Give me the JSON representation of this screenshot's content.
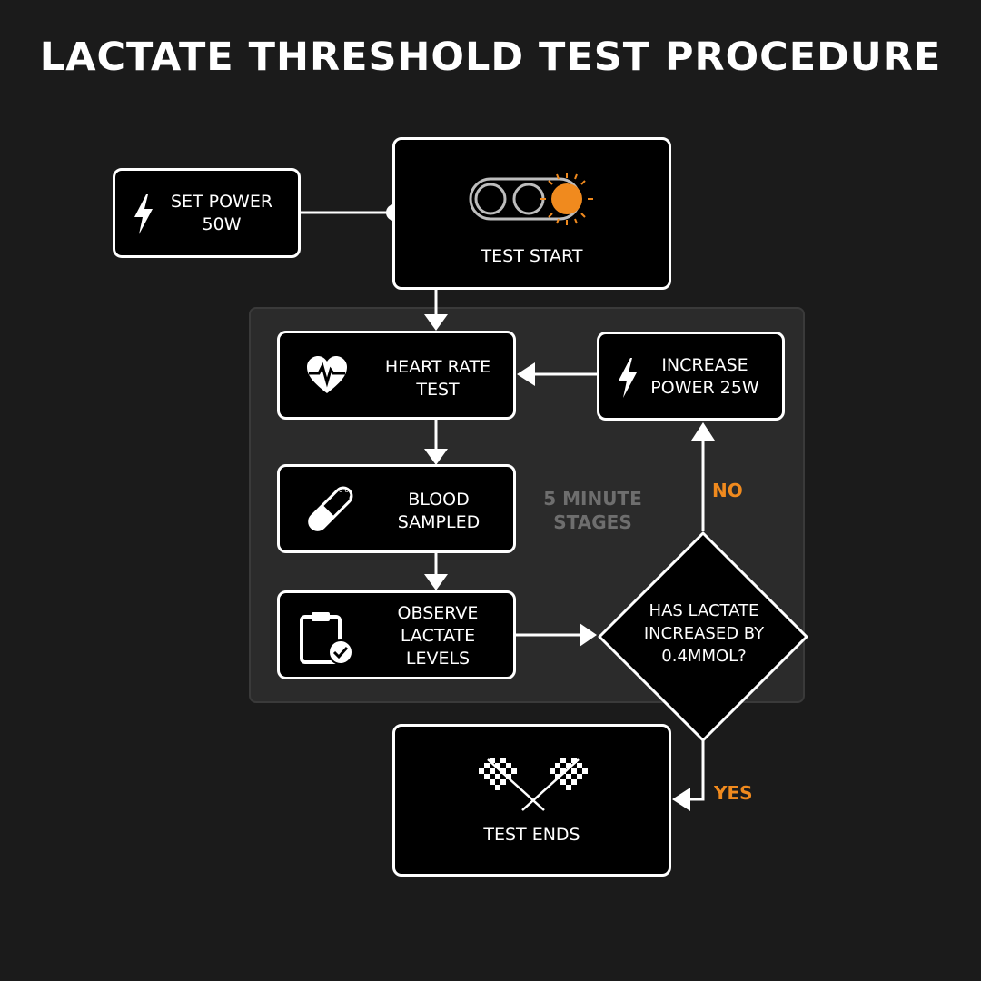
{
  "title": "LACTATE THRESHOLD TEST PROCEDURE",
  "stage_label": "5 MINUTE STAGES",
  "colors": {
    "accent": "#f08a1e",
    "background": "#1b1b1b",
    "box_fill": "#000000",
    "box_border": "#ffffff",
    "panel": "#2b2b2b"
  },
  "nodes": {
    "set_power": {
      "label": "SET POWER 50W",
      "icon": "lightning-icon"
    },
    "test_start": {
      "label": "TEST START",
      "icon": "start-lights-icon"
    },
    "heart_rate": {
      "label": "HEART RATE TEST",
      "icon": "heart-rate-icon"
    },
    "increase_power": {
      "label": "INCREASE POWER 25W",
      "icon": "lightning-icon"
    },
    "blood_sampled": {
      "label": "BLOOD SAMPLED",
      "icon": "test-tube-icon"
    },
    "observe_lactate": {
      "label": "OBSERVE LACTATE LEVELS",
      "icon": "clipboard-check-icon"
    },
    "decision": {
      "label": "HAS LACTATE INCREASED BY 0.4MMOL?"
    },
    "test_ends": {
      "label": "TEST ENDS",
      "icon": "checkered-flags-icon"
    }
  },
  "branches": {
    "no": "NO",
    "yes": "YES"
  }
}
